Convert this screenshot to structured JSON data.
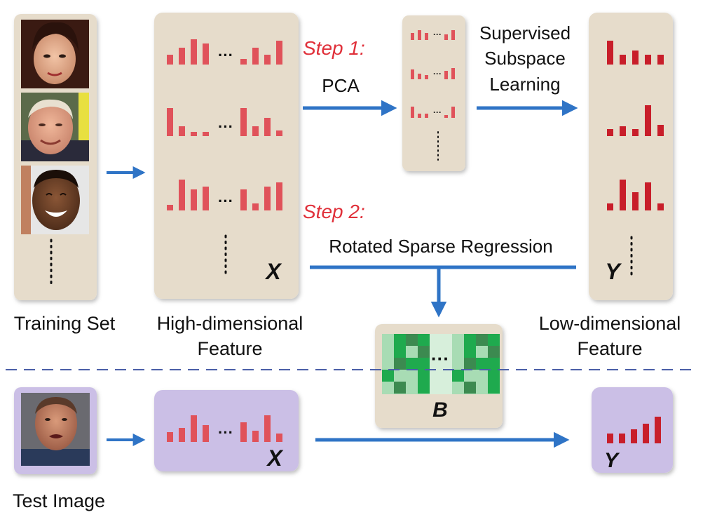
{
  "labels": {
    "training_set": "Training Set",
    "high_dim_line1": "High-dimensional",
    "high_dim_line2": "Feature",
    "low_dim_line1": "Low-dimensional",
    "low_dim_line2": "Feature",
    "test_image": "Test Image"
  },
  "steps": {
    "step1": "Step 1:",
    "step2": "Step 2:",
    "pca": "PCA",
    "supervised_line1": "Supervised",
    "supervised_line2": "Subspace",
    "supervised_line3": "Learning",
    "rotated": "Rotated Sparse Regression"
  },
  "matrices": {
    "x_top": "X",
    "y_top": "Y",
    "b": "B",
    "x_bottom": "X",
    "y_bottom": "Y"
  },
  "bar_ellipsis": "···",
  "colors": {
    "panel_beige": "#e6dccb",
    "panel_purple": "#cbbfe6",
    "bar_pink": "#e0525a",
    "bar_red": "#c81e2a",
    "arrow_blue": "#2f74c6",
    "dash_blue": "#4b5fa8",
    "green_dark": "#3c8a50",
    "green_mid": "#1faa4e",
    "green_light": "#a8dcb4"
  },
  "icons": [
    "arrow-right-icon",
    "arrow-down-icon",
    "vertical-ellipsis-icon",
    "face-photo-icon"
  ]
}
